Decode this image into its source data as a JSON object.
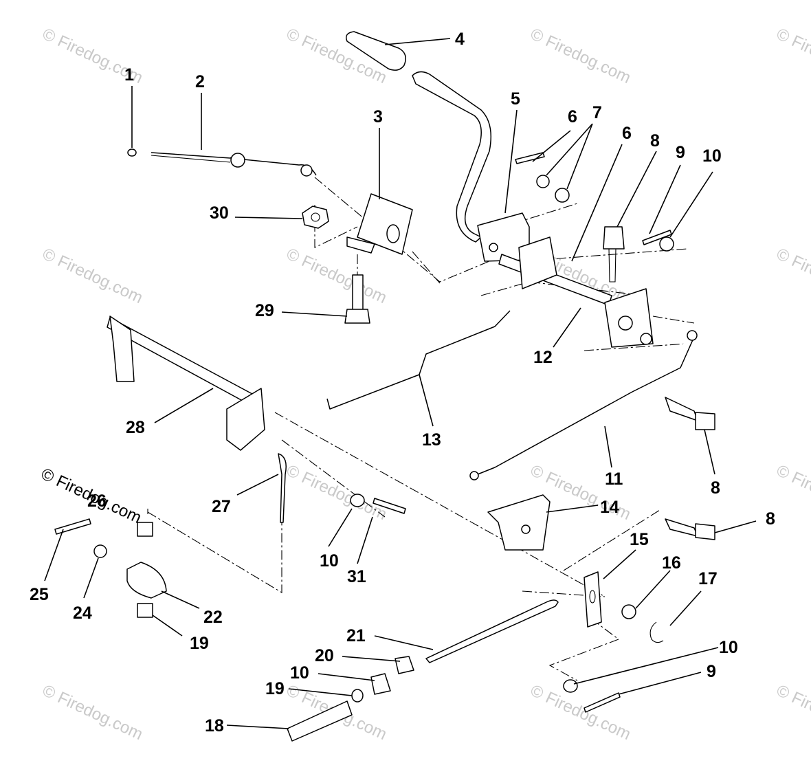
{
  "watermark": "© Firedog.com",
  "callouts": [
    "1",
    "2",
    "3",
    "4",
    "5",
    "6",
    "7",
    "6",
    "8",
    "9",
    "10",
    "30",
    "29",
    "12",
    "13",
    "28",
    "11",
    "8",
    "27",
    "26",
    "10",
    "31",
    "14",
    "8",
    "15",
    "16",
    "17",
    "25",
    "24",
    "22",
    "19",
    "21",
    "20",
    "10",
    "19",
    "10",
    "9",
    "18"
  ]
}
